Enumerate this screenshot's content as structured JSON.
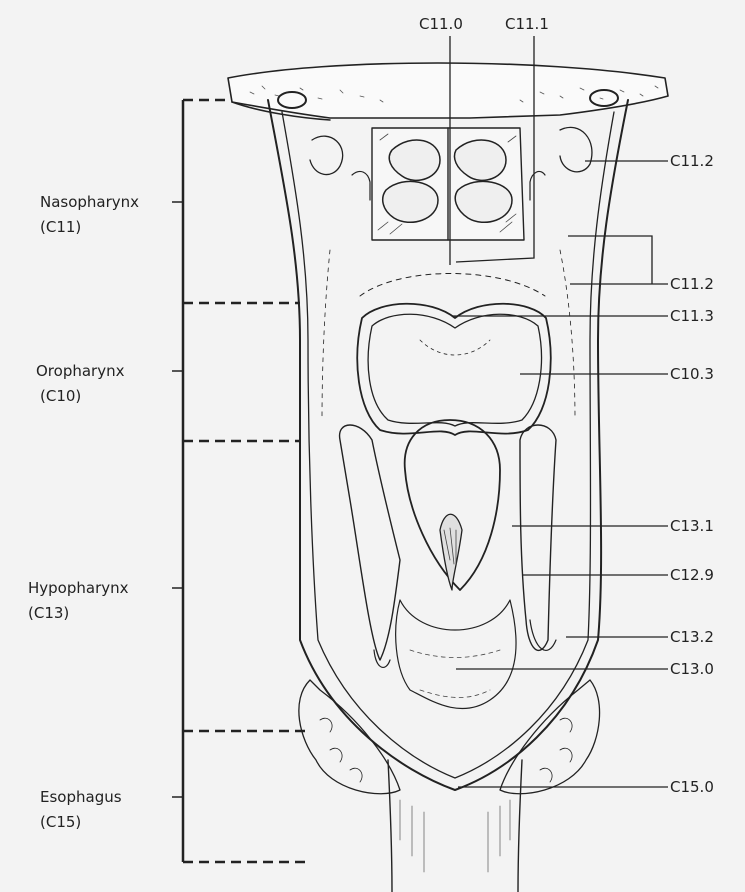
{
  "regions": [
    {
      "name": "Nasopharynx",
      "code": "(C11)"
    },
    {
      "name": "Oropharynx",
      "code": "(C10)"
    },
    {
      "name": "Hypopharynx",
      "code": "(C13)"
    },
    {
      "name": "Esophagus",
      "code": "(C15)"
    }
  ],
  "top_labels": [
    "C11.0",
    "C11.1"
  ],
  "side_labels": [
    "C11.2",
    "C11.2",
    "C11.3",
    "C10.3",
    "C13.1",
    "C12.9",
    "C13.2",
    "C13.0",
    "C15.0"
  ]
}
